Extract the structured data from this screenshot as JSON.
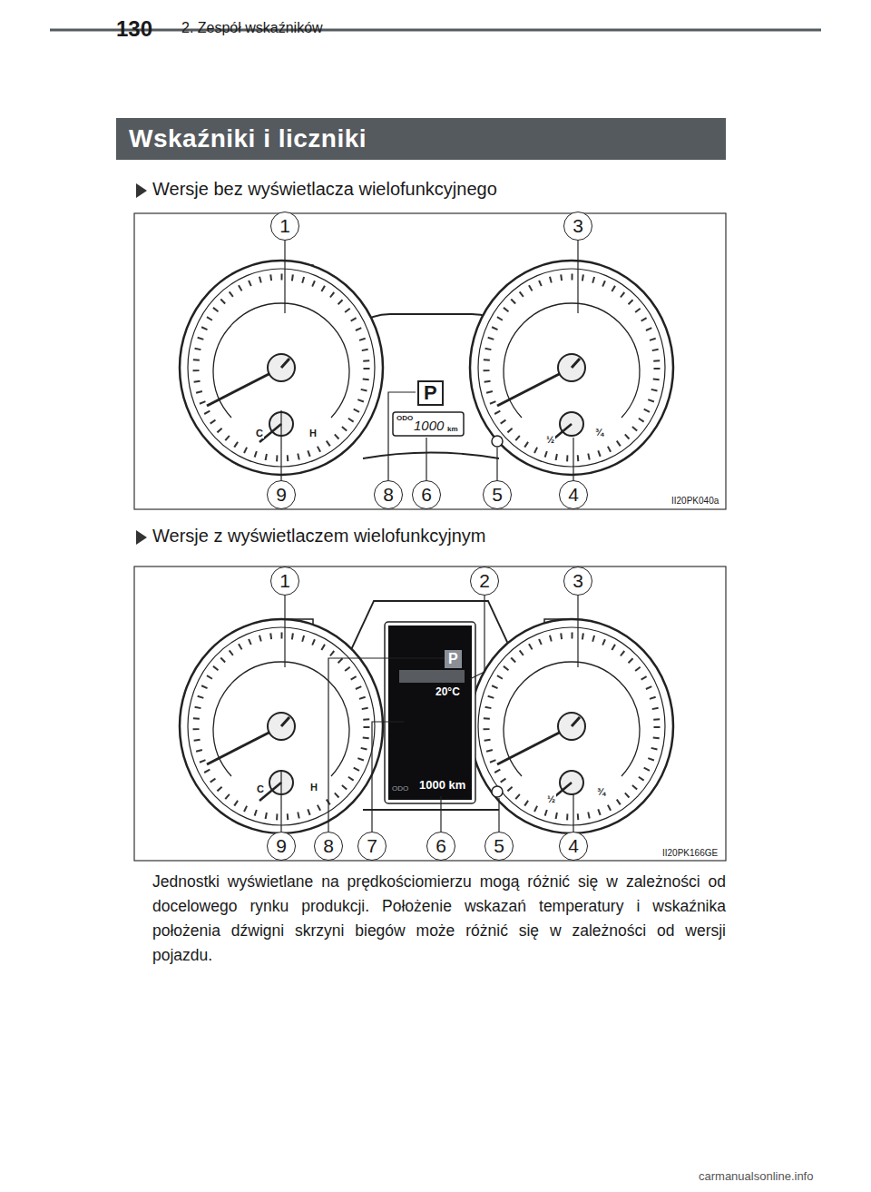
{
  "diagram": {
    "title": "Wskaźniki i liczniki",
    "labels": [
      "130",
      "2. Zespół wskaźników",
      "Wersje bez wyświetlacza wielofunkcyjnego",
      "1",
      "3",
      "9",
      "8",
      "6",
      "5",
      "4",
      "C",
      "H",
      "P",
      "ODO",
      "1000",
      "km",
      "½",
      "¾",
      "II20PK040a",
      "Wersje z wyświetlaczem wielofunkcyjnym",
      "1",
      "2",
      "3",
      "9",
      "8",
      "7",
      "6",
      "5",
      "4",
      "C",
      "H",
      "P",
      "20°C",
      "ODO",
      "1000 km",
      "½",
      "¾",
      "II20PK166GE",
      "Jednostki wyświetlane na prędkościomierzu mogą różnić się w zależności od docelowego rynku produkcji. Położenie wskazań temperatury i wskaźnika położenia dźwigni skrzyni biegów może różnić się w zależności od wersji pojazdu.",
      "carmanualsonline.info"
    ]
  }
}
